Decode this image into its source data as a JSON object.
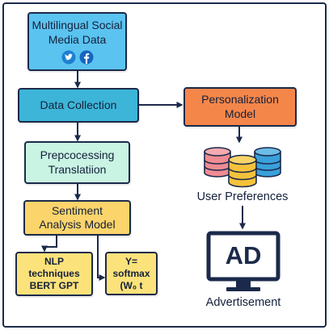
{
  "nodes": {
    "source": {
      "line1": "Multilingual Social",
      "line2": "Media Data",
      "icons": [
        "twitter-icon",
        "facebook-icon"
      ]
    },
    "collection": {
      "label": "Data Collection"
    },
    "preprocessing": {
      "line1": "Prepcocessing",
      "line2": "Translatiion"
    },
    "sentiment": {
      "line1": "Sentiment",
      "line2": "Analysis Model"
    },
    "nlp": {
      "line1": "NLP",
      "line2": "techniques",
      "line3": "BERT GPT"
    },
    "formula": {
      "line1": "Y=",
      "line2": "softmax",
      "line3": "(W₀ t"
    },
    "personalization": {
      "line1": "Personalization",
      "line2": "Model"
    },
    "preferences": {
      "label": "User Preferences"
    },
    "advertisement": {
      "ad_text": "AD",
      "label": "Advertisement"
    }
  },
  "colors": {
    "source": "#5bc3f0",
    "collection": "#3db5d8",
    "preprocessing": "#c9f3e3",
    "sentiment": "#fbd46b",
    "leaf": "#fce27a",
    "personalization": "#f5864a",
    "arrow": "#1b2a4a",
    "db_red": "#ef8b93",
    "db_yellow": "#f6c23c",
    "db_blue": "#3aa0dc",
    "ad_navy": "#1b2a4a"
  }
}
